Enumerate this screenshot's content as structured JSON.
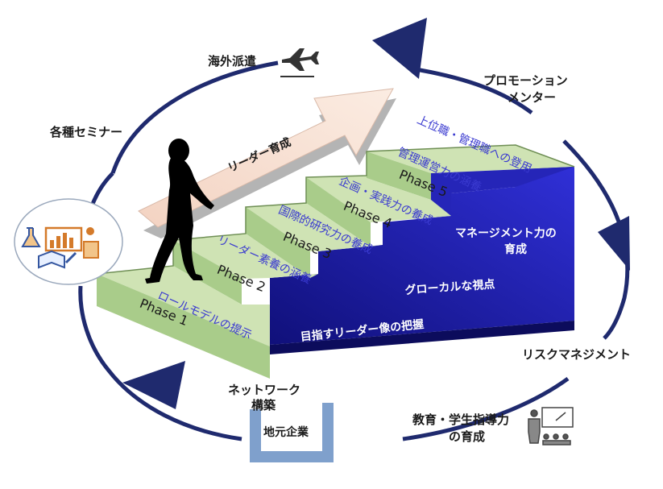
{
  "cycle_labels": {
    "overseas": "海外派遣",
    "promotion_line1": "プロモーション",
    "promotion_line2": "メンター",
    "seminars": "各種セミナー",
    "risk": "リスクマネジメント",
    "network_line1": "ネットワーク",
    "network_line2": "構築",
    "local_business": "地元企業",
    "teaching_line1": "教育・学生指導力",
    "teaching_line2": "の育成"
  },
  "arrow_label": "リーダー育成",
  "steps": [
    {
      "phase": "Phase 1",
      "caption": "ロールモデルの提示"
    },
    {
      "phase": "Phase 2",
      "caption": "リーダー素養の涵養"
    },
    {
      "phase": "Phase 3",
      "caption": "国際的研究力の養成"
    },
    {
      "phase": "Phase 4",
      "caption": "企画・実践力の養成"
    },
    {
      "phase": "Phase 5",
      "caption": "管理運営力の涵養"
    }
  ],
  "top_caption": "上位職・管理職への登用",
  "riser_labels": {
    "vision": "目指すリーダー像の把握",
    "glocal": "グローカルな視点",
    "management_line1": "マネージメント力の",
    "management_line2": "育成"
  },
  "icons": [
    "airplane-icon",
    "lab-presentation-icon",
    "teacher-students-icon"
  ],
  "colors": {
    "cycle_blue": "#1f2a6e",
    "step_top_green": "#cfe3b4",
    "step_face_green": "#a9cc8a",
    "riser_blue": "#1a1aa0",
    "caption_blue": "#3a3ad0",
    "arrow_fill": "#f6dccb",
    "local_box_blue": "#7fa0cc"
  }
}
